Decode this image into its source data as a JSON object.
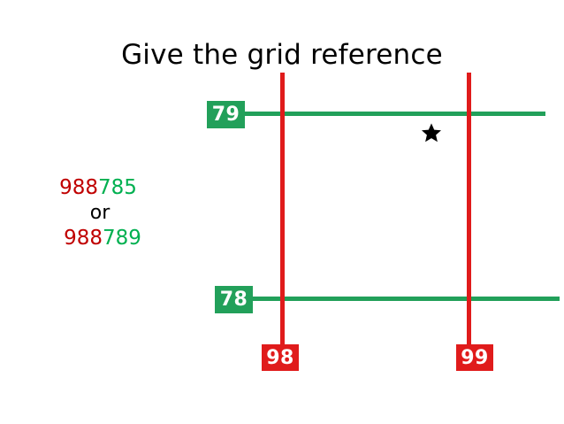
{
  "slide": {
    "title": "Give the grid reference",
    "background_color": "#FFFFFF"
  },
  "answer": {
    "line1": {
      "easting": "988",
      "northing": "785"
    },
    "separator": "or",
    "line2": {
      "easting": "988",
      "northing": "789"
    },
    "easting_color": "#C00000",
    "northing_color": "#00B050"
  },
  "grid": {
    "northing_line_color": "#22A05A",
    "easting_line_color": "#E01B1B",
    "northing_labels": [
      {
        "value": "79",
        "box_color": "#22A05A",
        "text_color": "#FFFFFF"
      },
      {
        "value": "78",
        "box_color": "#22A05A",
        "text_color": "#FFFFFF"
      }
    ],
    "easting_labels": [
      {
        "value": "98",
        "box_color": "#E01B1B",
        "text_color": "#FFFFFF"
      },
      {
        "value": "99",
        "box_color": "#E01B1B",
        "text_color": "#FFFFFF"
      }
    ]
  },
  "marker": {
    "icon": "star-icon",
    "color": "#000000"
  }
}
